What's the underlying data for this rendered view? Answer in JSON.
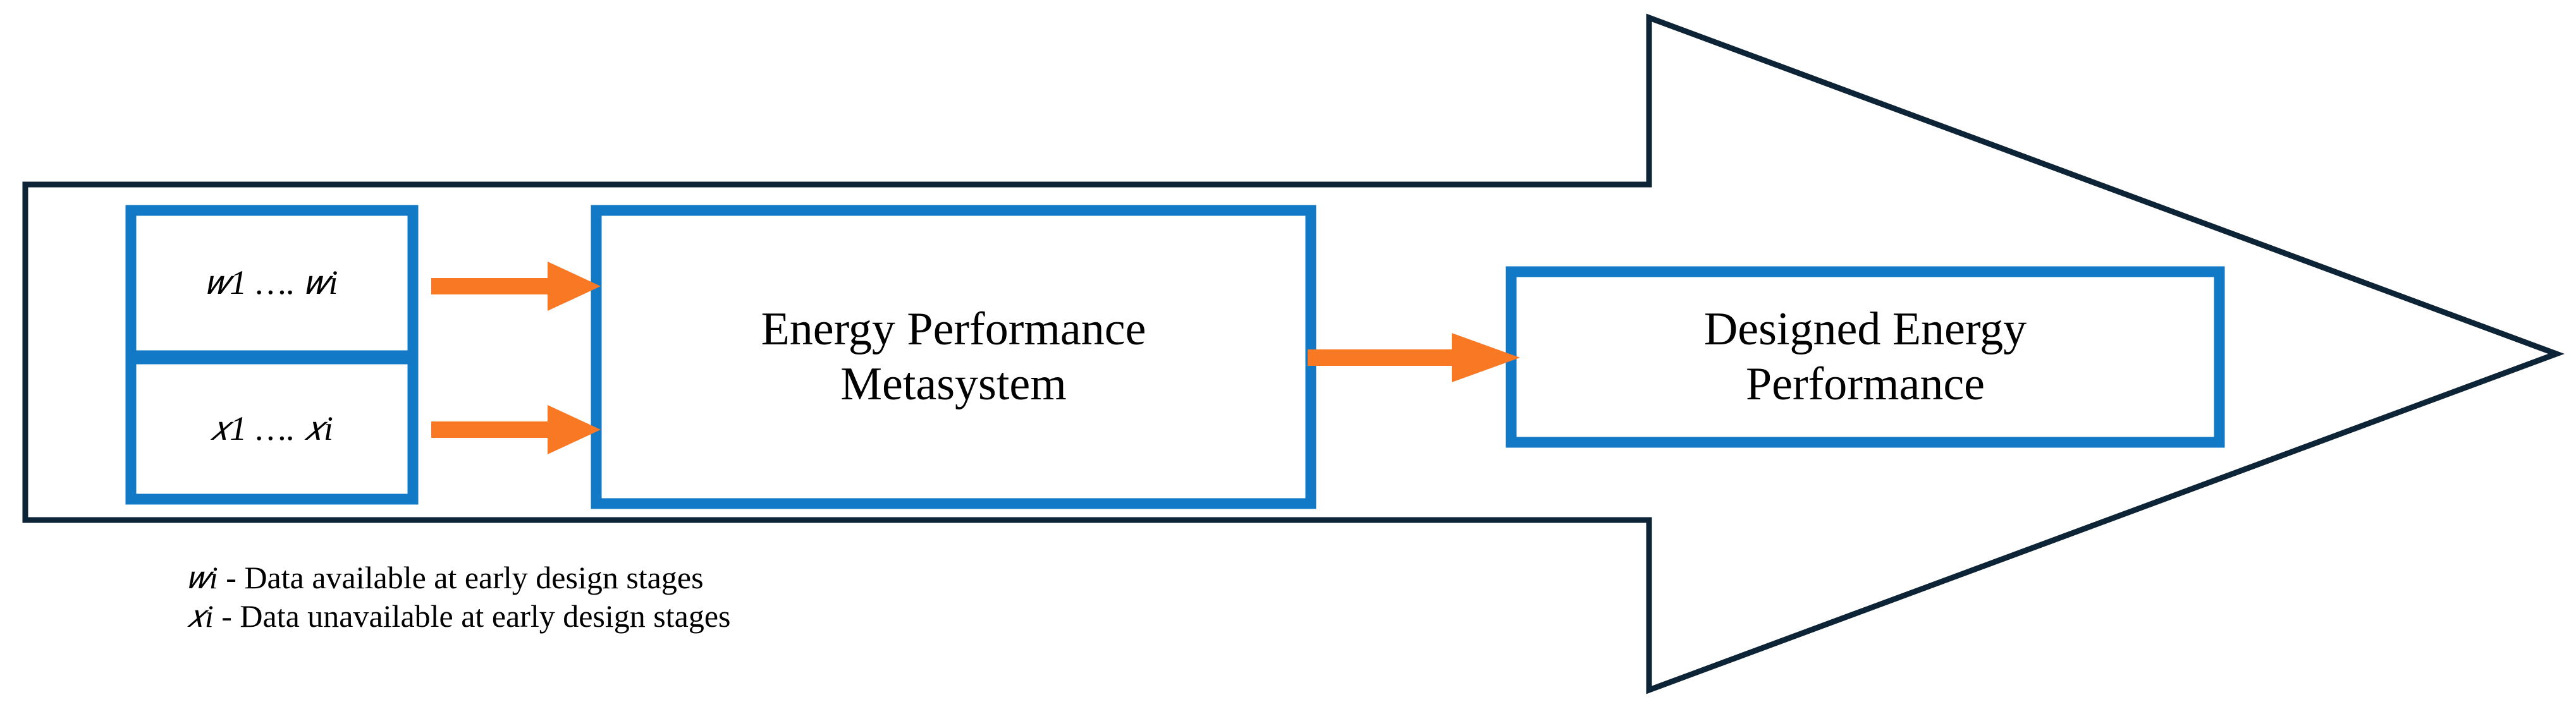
{
  "figure": {
    "title": "Energy Performance Metasystem block arrow diagram",
    "colors": {
      "outline_navy": "#0d2436",
      "box_blue": "#1279c6",
      "arrow_orange": "#f97824",
      "background": "#ffffff",
      "text": "#000000"
    }
  },
  "boxes": {
    "available_inputs": {
      "label": "𝑤1 …. 𝑤i",
      "name": "available-data-box"
    },
    "unavailable_inputs": {
      "label": "𝑥1 …. 𝑥i",
      "name": "unavailable-data-box"
    },
    "metasystem": {
      "label": "Energy Performance\nMetasystem",
      "name": "metasystem-box"
    },
    "output": {
      "label": "Designed Energy\nPerformance",
      "name": "output-box"
    }
  },
  "connectors": [
    {
      "name": "arrow-w-to-metasystem",
      "from": "available_inputs",
      "to": "metasystem"
    },
    {
      "name": "arrow-x-to-metasystem",
      "from": "unavailable_inputs",
      "to": "metasystem"
    },
    {
      "name": "arrow-metasystem-to-output",
      "from": "metasystem",
      "to": "output"
    }
  ],
  "legend": {
    "lines": [
      {
        "symbol": "𝑤i",
        "text": " - Data available at early design stages"
      },
      {
        "symbol": "𝑥i",
        "text": " - Data unavailable at early design stages"
      }
    ],
    "line1_full": "𝑤i - Data available at early design stages",
    "line2_full": "𝑥i - Data unavailable at early design stages"
  }
}
